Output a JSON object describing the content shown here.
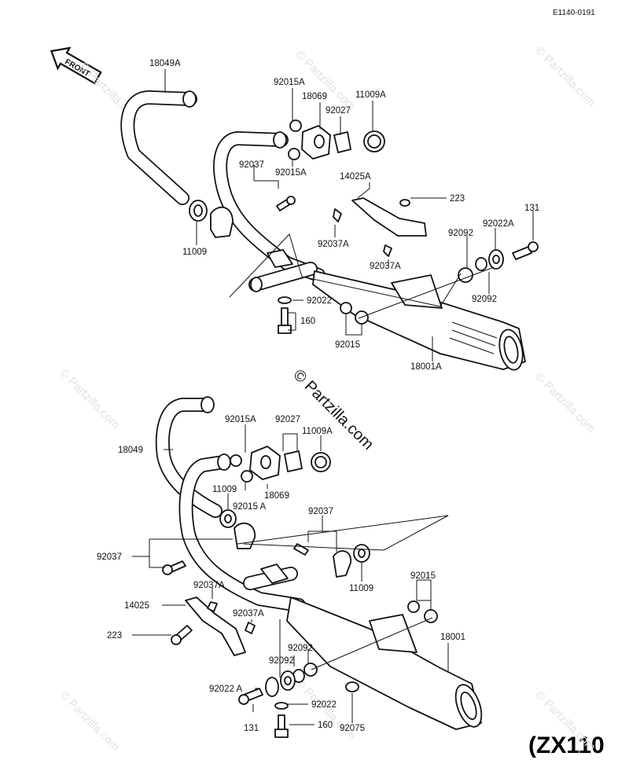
{
  "header": {
    "code": "E1140-0191",
    "front": "FRONT",
    "model": "(ZX110"
  },
  "watermark": {
    "text": "© Partzilla.com",
    "center_text": "© Partzilla.com",
    "color": "#e2e2e2"
  },
  "labels_top": {
    "l18049A": "18049A",
    "l92015A_a": "92015A",
    "l18069": "18069",
    "l92027": "92027",
    "l11009A": "11009A",
    "l92037": "92037",
    "l92015A_b": "92015A",
    "l14025A": "14025A",
    "l223": "223",
    "l131": "131",
    "l92022A": "92022A",
    "l92092_a": "92092",
    "l11009": "11009",
    "l92037A_a": "92037A",
    "l92037A_b": "92037A",
    "l92092_b": "92092",
    "l92022": "92022",
    "l160": "160",
    "l92015": "92015",
    "l18001A": "18001A"
  },
  "labels_bottom": {
    "l92015A_a": "92015A",
    "l92027": "92027",
    "l11009A": "11009A",
    "l18049": "18049",
    "l11009_a": "11009",
    "l18069": "18069",
    "l92015A_b": "92015 A",
    "l92037_a": "92037",
    "l92037_b": "92037",
    "l11009_b": "11009",
    "l92037A_a": "92037A",
    "l14025": "14025",
    "l92037A_b": "92037A",
    "l223": "223",
    "l92015": "92015",
    "l18001": "18001",
    "l92092_a": "92092",
    "l92092_b": "92092",
    "l92022A": "92022 A",
    "l92022": "92022",
    "l131": "131",
    "l160": "160",
    "l92075": "92075"
  }
}
